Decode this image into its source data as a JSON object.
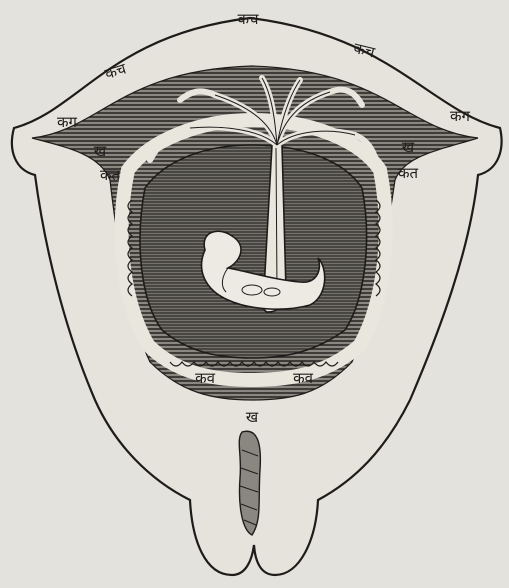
{
  "diagram": {
    "colors": {
      "paper": "#e4e2dc",
      "ink": "#1e1c1a",
      "tissue": "#4a4743",
      "cavity": "#6c6964",
      "vessel": "#e9e6de"
    },
    "labels": [
      {
        "id": "top",
        "text": "कच"
      },
      {
        "id": "upper-left",
        "text": "कच"
      },
      {
        "id": "upper-right",
        "text": "कच"
      },
      {
        "id": "left-horn",
        "text": "कग"
      },
      {
        "id": "right-horn",
        "text": "कग"
      },
      {
        "id": "left-kha",
        "text": "ख"
      },
      {
        "id": "left-ka",
        "text": "कत"
      },
      {
        "id": "right-kha",
        "text": "ख"
      },
      {
        "id": "right-ka",
        "text": "कत"
      },
      {
        "id": "bottom-left",
        "text": "कव"
      },
      {
        "id": "bottom-right",
        "text": "कव"
      },
      {
        "id": "cervix",
        "text": "ख"
      }
    ]
  }
}
